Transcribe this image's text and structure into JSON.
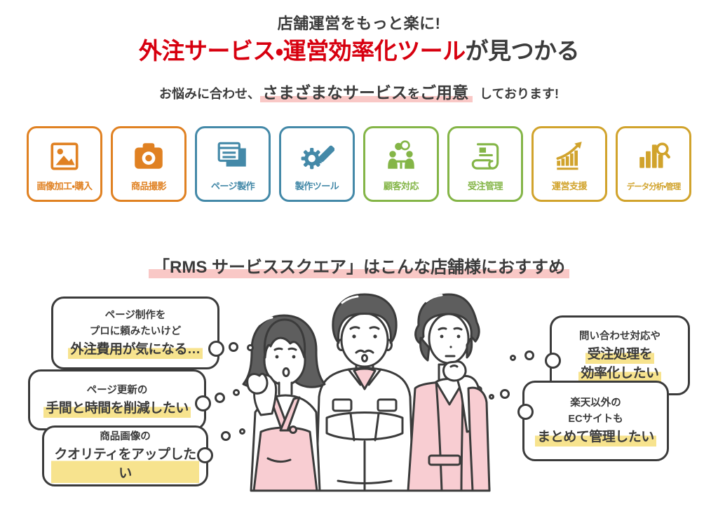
{
  "colors": {
    "red": "#d7000f",
    "ink": "#3b3b3b",
    "pink_highlight": "#f9c8c6",
    "yellow_highlight": "#f7e38e",
    "orange": "#e08122",
    "blue": "#4489a8",
    "green": "#84b547",
    "gold": "#d1a32c"
  },
  "header": {
    "tagline": "店舗運営をもっと楽に!",
    "title_em": "外注サービス・運営効率化ツール",
    "title_rest": "が見つかる",
    "subtitle_prefix": "お悩みに合わせ、",
    "subtitle_em_1": "さまざまなサービス",
    "subtitle_mid": "を",
    "subtitle_em_2": "ご用意",
    "subtitle_suffix": "しております!"
  },
  "categories": [
    {
      "label": "画像加工・購入",
      "icon": "image-icon",
      "color": "#e08122"
    },
    {
      "label": "商品撮影",
      "icon": "camera-icon",
      "color": "#e08122"
    },
    {
      "label": "ページ製作",
      "icon": "pages-icon",
      "color": "#4489a8"
    },
    {
      "label": "製作ツール",
      "icon": "tools-icon",
      "color": "#4489a8"
    },
    {
      "label": "顧客対応",
      "icon": "support-icon",
      "color": "#84b547"
    },
    {
      "label": "受注管理",
      "icon": "orders-icon",
      "color": "#84b547"
    },
    {
      "label": "運営支援",
      "icon": "growth-icon",
      "color": "#d1a32c"
    },
    {
      "label": "データ分析・管理",
      "icon": "analytics-icon",
      "color": "#d1a32c"
    }
  ],
  "recommend": {
    "heading": "「RMS サービススクエア」はこんな店舗様におすすめ",
    "left_bubbles": [
      {
        "lines": [
          {
            "text": "ページ制作を",
            "em": false
          },
          {
            "text": "プロに頼みたいけど",
            "em": false
          },
          {
            "text": "外注費用が気になる…",
            "em": true
          }
        ]
      },
      {
        "lines": [
          {
            "text": "ページ更新の",
            "em": false
          },
          {
            "text": "手間と時間を削減したい",
            "em": true
          }
        ]
      },
      {
        "lines": [
          {
            "text": "商品画像の",
            "em": false
          },
          {
            "text": "クオリティをアップしたい",
            "em": true
          }
        ]
      }
    ],
    "right_bubbles": [
      {
        "lines": [
          {
            "text": "問い合わせ対応や",
            "em": false
          },
          {
            "text": "受注処理を",
            "em": true
          },
          {
            "text": "効率化したい",
            "em": true
          }
        ]
      },
      {
        "lines": [
          {
            "text": "楽天以外の",
            "em": false
          },
          {
            "text": "ECサイトも",
            "em": false
          },
          {
            "text": "まとめて管理したい",
            "em": true
          }
        ]
      }
    ]
  }
}
